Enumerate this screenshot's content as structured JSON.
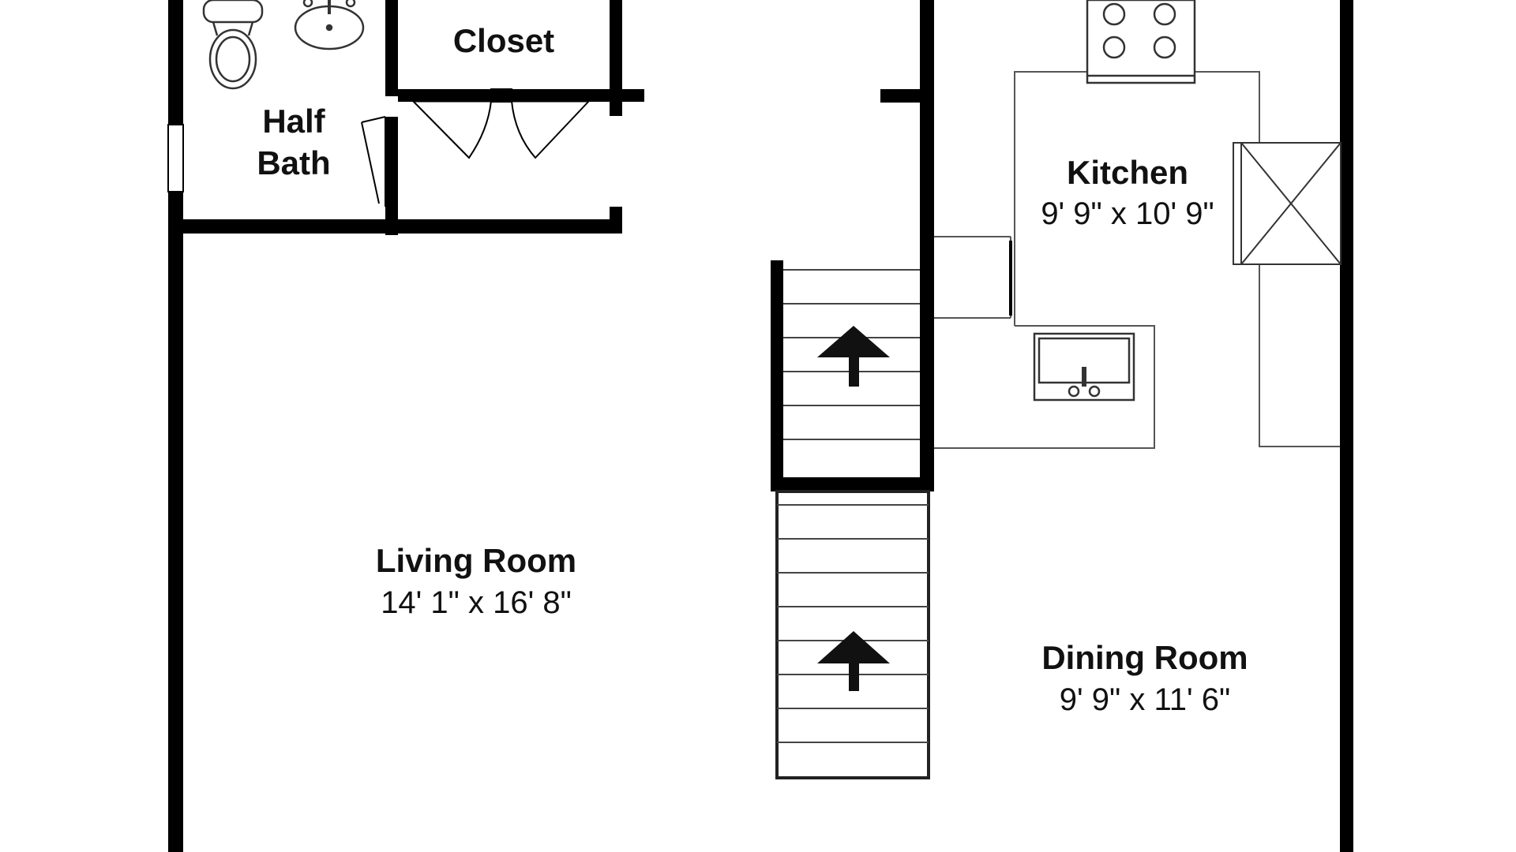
{
  "rooms": {
    "half_bath": {
      "line1": "Half",
      "line2": "Bath"
    },
    "closet": {
      "name": "Closet"
    },
    "kitchen": {
      "name": "Kitchen",
      "dims": "9' 9\" x 10' 9\""
    },
    "living_room": {
      "name": "Living Room",
      "dims": "14' 1\" x 16' 8\""
    },
    "dining_room": {
      "name": "Dining Room",
      "dims": "9' 9\" x 11' 6\""
    }
  },
  "colors": {
    "wall": "#000000",
    "fixture": "#333333",
    "background": "#ffffff"
  },
  "icons": {
    "stair_direction": "up-arrow-icon",
    "toilet": "toilet-icon",
    "bath_sink": "sink-icon",
    "kitchen_sink": "kitchen-sink-icon",
    "range": "stove-icon",
    "fridge": "refrigerator-icon"
  }
}
